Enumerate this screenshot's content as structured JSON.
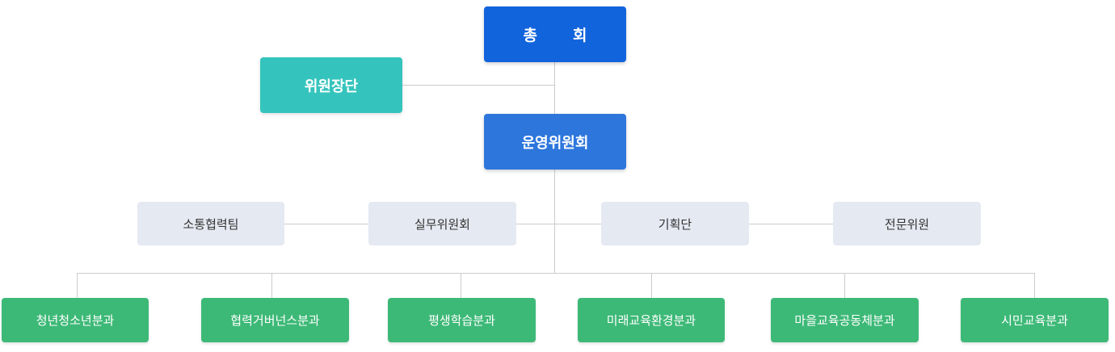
{
  "diagram": {
    "top": {
      "label": "총회"
    },
    "chairs": {
      "label": "위원장단"
    },
    "steering": {
      "label": "운영위원회"
    },
    "middle": [
      {
        "label": "소통협력팀"
      },
      {
        "label": "실무위원회"
      },
      {
        "label": "기획단"
      },
      {
        "label": "전문위원"
      }
    ],
    "subcommittees": [
      {
        "label": "청년청소년분과"
      },
      {
        "label": "협력거버넌스분과"
      },
      {
        "label": "평생학습분과"
      },
      {
        "label": "미래교육환경분과"
      },
      {
        "label": "마을교육공동체분과"
      },
      {
        "label": "시민교육분과"
      }
    ],
    "colors": {
      "top": "#1264dc",
      "chairs": "#34c4bd",
      "steering": "#2d76dc",
      "middle": "#e5e9f1",
      "subcommittee": "#3db977",
      "connector": "#cccccc"
    }
  }
}
